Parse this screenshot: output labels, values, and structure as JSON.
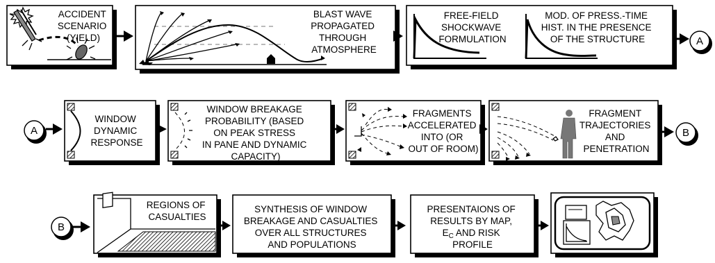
{
  "connectors": {
    "a": "A",
    "b": "B"
  },
  "row1": {
    "accident": [
      "ACCIDENT",
      "SCENARIO",
      "(YIELD)"
    ],
    "blast": [
      "BLAST WAVE",
      "PROPAGATED",
      "THROUGH",
      "ATMOSPHERE"
    ],
    "freefield": [
      "FREE-FIELD",
      "SHOCKWAVE",
      "FORMULATION"
    ],
    "modpress": [
      "MOD. OF PRESS.-TIME",
      "HIST. IN THE PRESENCE",
      "OF THE STRUCTURE"
    ]
  },
  "row2": {
    "window": [
      "WINDOW",
      "DYNAMIC",
      "RESPONSE"
    ],
    "breakage": [
      "WINDOW BREAKAGE",
      "PROBABILITY (BASED",
      "ON PEAK STRESS",
      "IN PANE AND DYNAMIC",
      "CAPACITY)"
    ],
    "fragments": [
      "FRAGMENTS",
      "ACCELERATED",
      "INTO (OR",
      "OUT OF ROOM)"
    ],
    "trajectories": [
      "FRAGMENT",
      "TRAJECTORIES",
      "AND",
      "PENETRATION"
    ]
  },
  "row3": {
    "regions": [
      "REGIONS OF",
      "CASUALTIES"
    ],
    "synthesis": [
      "SYNTHESIS OF WINDOW",
      "BREAKAGE AND CASUALTIES",
      "OVER ALL STRUCTURES",
      "AND POPULATIONS"
    ],
    "presentation": [
      "PRESENTAIONS OF",
      "RESULTS BY MAP,",
      "E",
      "C",
      " AND RISK",
      "PROFILE"
    ]
  }
}
